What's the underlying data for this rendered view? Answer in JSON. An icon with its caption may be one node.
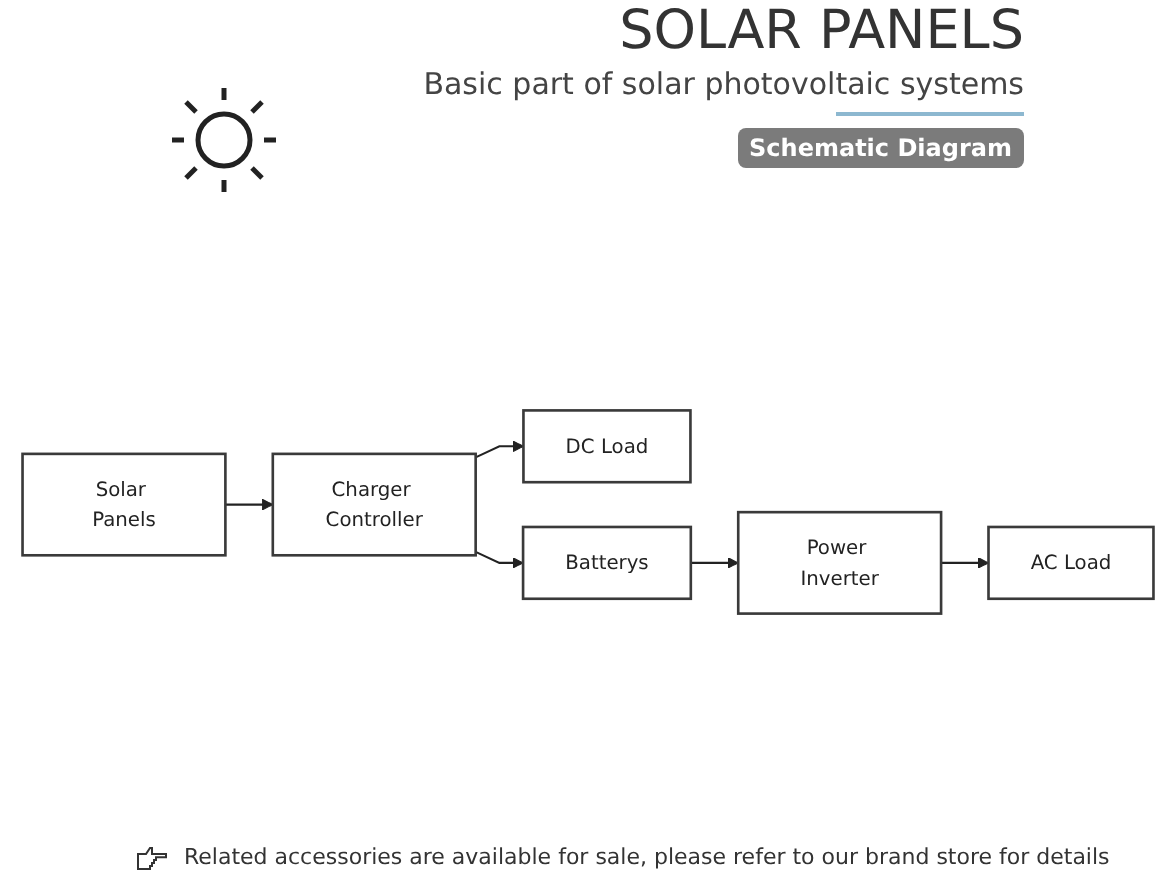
{
  "diagram": {
    "title": "SOLAR PANELS",
    "nodes": [
      {
        "text": [
          "Solar Panels"
        ]
      },
      {
        "text": [
          "Charger Controller"
        ]
      },
      {
        "text": [
          "DC Load"
        ]
      },
      {
        "text": [
          "Batterys"
        ]
      },
      {
        "text": [
          "Power Inverter"
        ]
      },
      {
        "text": [
          "AC Load"
        ]
      }
    ],
    "edges": [
      {
        "from": 0,
        "to": 1,
        "arrow": "to"
      },
      {
        "from": 1,
        "to": 2,
        "arrow": "to"
      },
      {
        "from": 1,
        "to": 3,
        "arrow": "to"
      },
      {
        "from": 3,
        "to": 4,
        "arrow": "to"
      },
      {
        "from": 4,
        "to": 5,
        "arrow": "to"
      }
    ],
    "labels": [
      "Basic part of solar photovoltaic systems",
      "Schematic Diagram",
      "Related accessories are available for sale, please refer to our brand store for details"
    ]
  }
}
